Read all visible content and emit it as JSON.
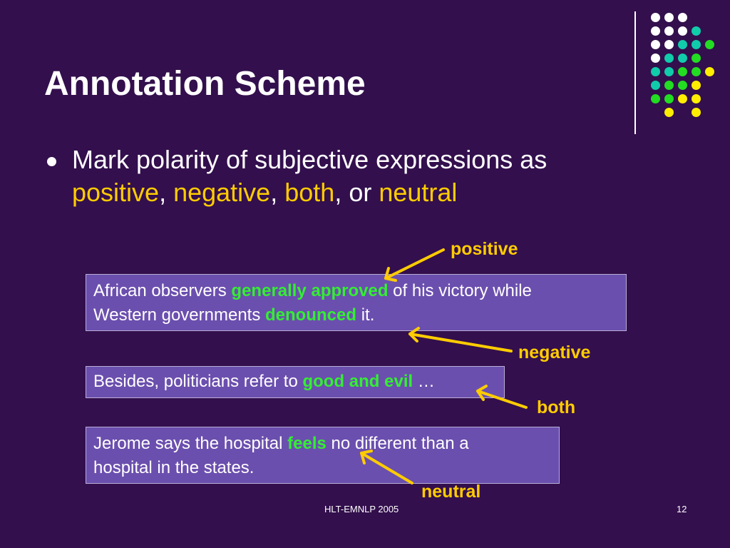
{
  "slide": {
    "title": "Annotation Scheme",
    "bullet": {
      "prefix": "Mark polarity of subjective expressions as",
      "term1": "positive",
      "sep1": ",",
      "term2": "negative",
      "sep2": ",",
      "term3": "both",
      "sep3": ", or",
      "term4": "neutral"
    },
    "examples": [
      {
        "line1_pre": "African observers",
        "line1_key": "generally approved",
        "line1_post": "of his victory while",
        "line2_pre": "Western governments",
        "line2_key": "denounced",
        "line2_post": "it."
      },
      {
        "line1_pre": "Besides, politicians refer to",
        "line1_key": "good and evil",
        "line1_post": "…"
      },
      {
        "line1_pre": "Jerome says the hospital",
        "line1_key": "feels",
        "line1_post": "no different than a",
        "line2_pre": "hospital in the states."
      }
    ],
    "labels": {
      "positive": "positive",
      "negative": "negative",
      "both": "both",
      "neutral": "neutral"
    },
    "footer": {
      "source": "HLT-EMNLP 2005",
      "page": "12"
    }
  },
  "colors": {
    "background": "#330f4d",
    "accent": "#ffcc00",
    "keyword": "#33ee33",
    "box": "#6b4fae",
    "dot_white": "#ffffff",
    "dot_teal": "#11ccaa",
    "dot_green": "#22dd22",
    "dot_yellow": "#ffee00"
  },
  "decoration": {
    "dot_grid_name": "dot-grid-decoration",
    "dot_colors": [
      [
        "white",
        "white",
        "white",
        null
      ],
      [
        "white",
        "white",
        "white",
        "teal"
      ],
      [
        "white",
        "white",
        "teal",
        "teal",
        "green"
      ],
      [
        "white",
        "teal",
        "teal",
        "green"
      ],
      [
        "teal",
        "teal",
        "green",
        "green",
        "yellow"
      ],
      [
        "teal",
        "green",
        "green",
        "yellow"
      ],
      [
        "green",
        "green",
        "yellow",
        "yellow"
      ],
      [
        null,
        "yellow",
        null,
        "yellow"
      ]
    ]
  }
}
